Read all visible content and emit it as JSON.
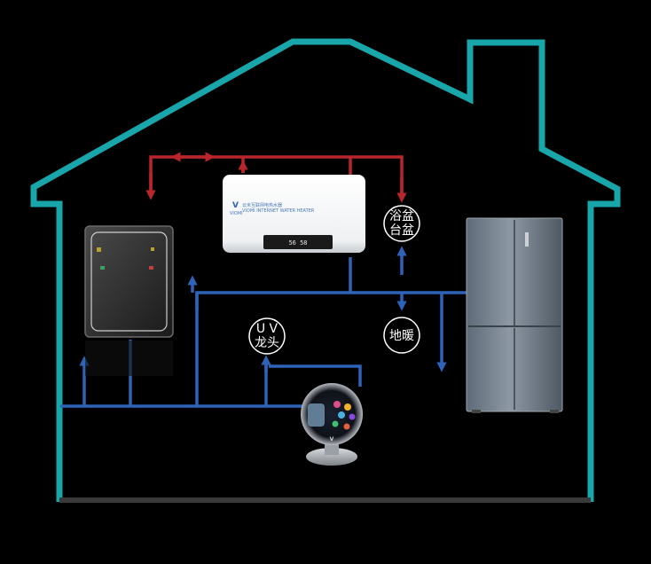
{
  "labels": {
    "basin": [
      "浴盆",
      "台盆"
    ],
    "floor_heating": "地暖",
    "uv_faucet": [
      "U V",
      "龙头"
    ]
  },
  "brand": {
    "logo_letter": "V",
    "heater_brand": "VIOMI",
    "heater_model_line1": "云米互联网电热水器",
    "heater_model_line2": "VIOMI INTERNET WATER HEATER",
    "heater_display": "56 58"
  },
  "colors": {
    "house_outline": "#19a6aa",
    "cold_water": "#2e63b8",
    "hot_water": "#b8262c",
    "floor": "#3a3a3a"
  }
}
